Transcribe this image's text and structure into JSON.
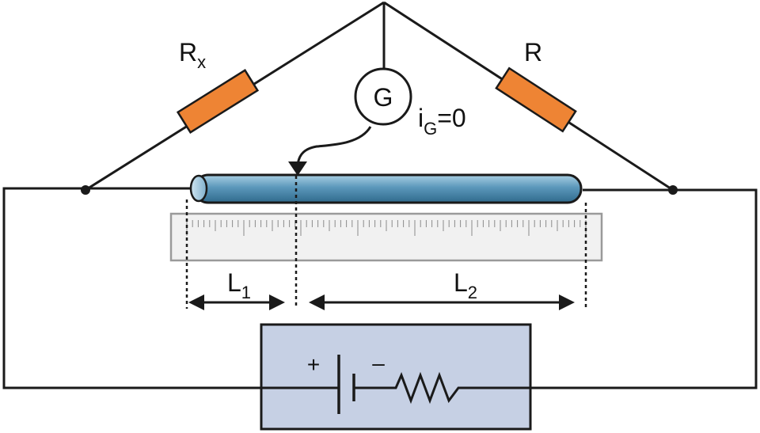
{
  "labels": {
    "rx_main": "R",
    "rx_sub": "x",
    "r": "R",
    "galvanometer": "G",
    "ig_main": "i",
    "ig_sub": "G",
    "ig_value": "=0",
    "l1_main": "L",
    "l1_sub": "1",
    "l2_main": "L",
    "l2_sub": "2",
    "plus": "+",
    "minus": "–"
  },
  "colors": {
    "wire": "#1a1a1a",
    "resistor": "#ee8434",
    "wire_bar": "#4f88ab",
    "battery_box": "#c6d0e4",
    "ruler": "#f1f1f1"
  }
}
